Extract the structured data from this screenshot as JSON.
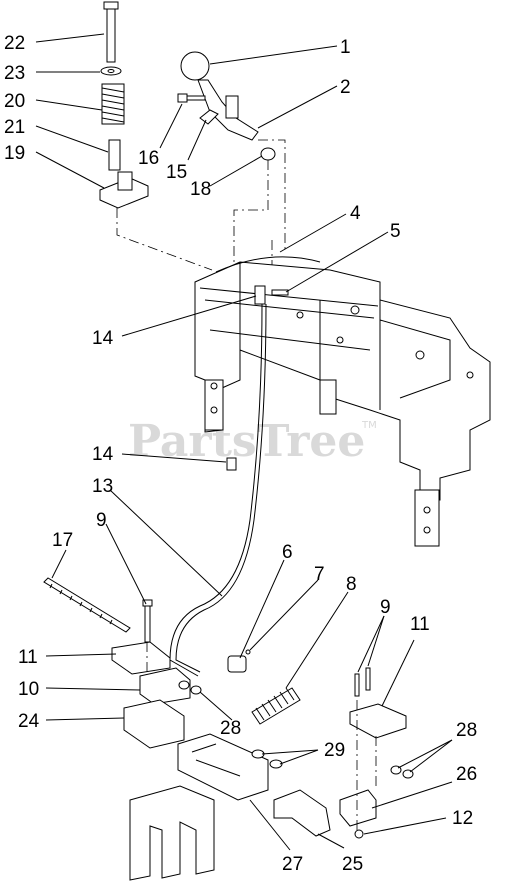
{
  "watermark": {
    "text": "PartsTree",
    "tm": "TM"
  },
  "callouts": [
    {
      "id": "c1",
      "label": "1"
    },
    {
      "id": "c2",
      "label": "2"
    },
    {
      "id": "c4",
      "label": "4"
    },
    {
      "id": "c5",
      "label": "5"
    },
    {
      "id": "c6",
      "label": "6"
    },
    {
      "id": "c7",
      "label": "7"
    },
    {
      "id": "c8",
      "label": "8"
    },
    {
      "id": "c9a",
      "label": "9"
    },
    {
      "id": "c9b",
      "label": "9"
    },
    {
      "id": "c10",
      "label": "10"
    },
    {
      "id": "c11a",
      "label": "11"
    },
    {
      "id": "c11b",
      "label": "11"
    },
    {
      "id": "c12",
      "label": "12"
    },
    {
      "id": "c13",
      "label": "13"
    },
    {
      "id": "c14a",
      "label": "14"
    },
    {
      "id": "c14b",
      "label": "14"
    },
    {
      "id": "c15",
      "label": "15"
    },
    {
      "id": "c16",
      "label": "16"
    },
    {
      "id": "c17",
      "label": "17"
    },
    {
      "id": "c18",
      "label": "18"
    },
    {
      "id": "c19",
      "label": "19"
    },
    {
      "id": "c20",
      "label": "20"
    },
    {
      "id": "c21",
      "label": "21"
    },
    {
      "id": "c22",
      "label": "22"
    },
    {
      "id": "c23",
      "label": "23"
    },
    {
      "id": "c24",
      "label": "24"
    },
    {
      "id": "c25",
      "label": "25"
    },
    {
      "id": "c26",
      "label": "26"
    },
    {
      "id": "c27",
      "label": "27"
    },
    {
      "id": "c28a",
      "label": "28"
    },
    {
      "id": "c28b",
      "label": "28"
    },
    {
      "id": "c29",
      "label": "29"
    }
  ]
}
